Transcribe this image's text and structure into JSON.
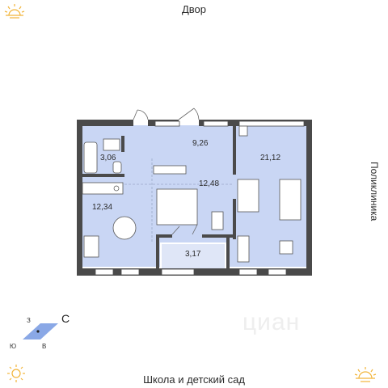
{
  "surroundings": {
    "top": "Двор",
    "right": "Поликлиника",
    "bottom": "Школа и детский сад"
  },
  "rooms": [
    {
      "id": "corridor",
      "area": "9,26"
    },
    {
      "id": "bathroom",
      "area": "3,06"
    },
    {
      "id": "kitchen",
      "area": "12,34"
    },
    {
      "id": "living-room",
      "area": "12,48"
    },
    {
      "id": "bedroom",
      "area": "21,12"
    },
    {
      "id": "balcony",
      "area": "3,17"
    }
  ],
  "compass": {
    "north": "С",
    "south": "Ю",
    "east": "В",
    "west": "З"
  },
  "watermark": "циан",
  "colors": {
    "floor": "#c9d6f4",
    "wall": "#4a4a4a",
    "furniture": "#ffffff",
    "sun": "#f2b53a",
    "compass": "#8aa8e6"
  }
}
